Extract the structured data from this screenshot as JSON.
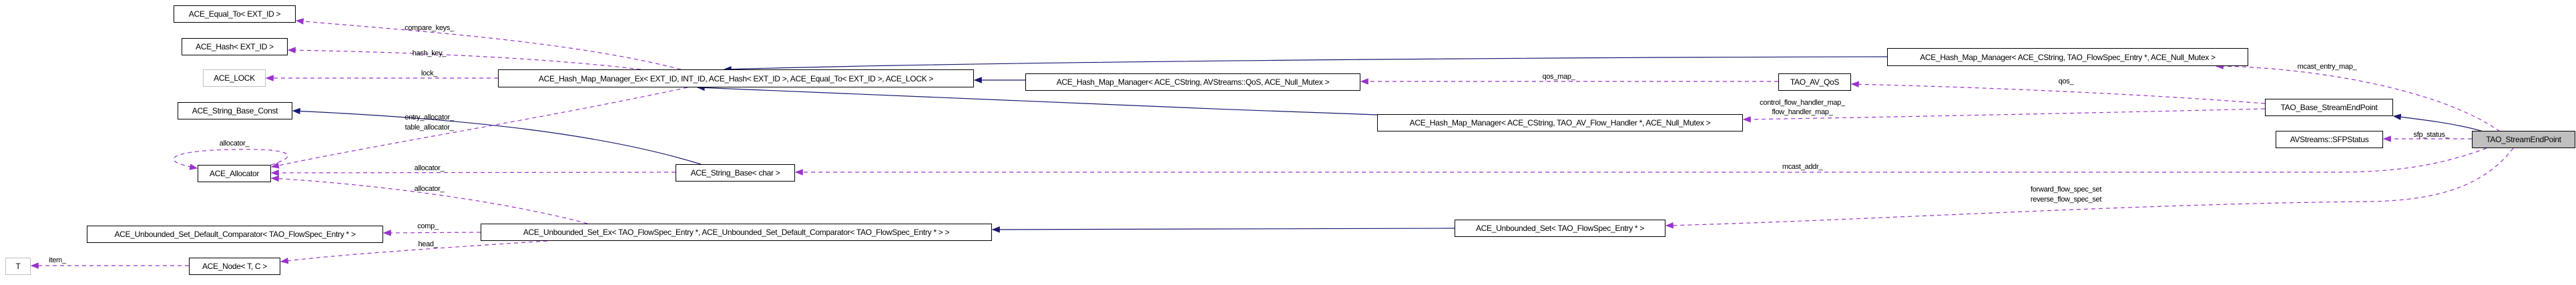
{
  "colors": {
    "inheritance": "#191970",
    "usage": "#9a32cd",
    "focus_fill": "#bfbfbf"
  },
  "nodes": {
    "equal_to": "ACE_Equal_To< EXT_ID >",
    "hash": "ACE_Hash< EXT_ID >",
    "lock": "ACE_LOCK",
    "string_base_const": "ACE_String_Base_Const",
    "allocator": "ACE_Allocator",
    "default_comparator": "ACE_Unbounded_Set_Default_Comparator< TAO_FlowSpec_Entry * >",
    "t": "T",
    "node": "ACE_Node< T, C >",
    "hmm_ex": "ACE_Hash_Map_Manager_Ex< EXT_ID, INT_ID, ACE_Hash< EXT_ID >, ACE_Equal_To< EXT_ID >, ACE_LOCK >",
    "string_base_char": "ACE_String_Base< char >",
    "unbounded_set_ex": "ACE_Unbounded_Set_Ex< TAO_FlowSpec_Entry *, ACE_Unbounded_Set_Default_Comparator< TAO_FlowSpec_Entry * > >",
    "hmm_qos": "ACE_Hash_Map_Manager< ACE_CString, AVStreams::QoS, ACE_Null_Mutex >",
    "hmm_flow_handler": "ACE_Hash_Map_Manager< ACE_CString, TAO_AV_Flow_Handler *, ACE_Null_Mutex >",
    "unbounded_set": "ACE_Unbounded_Set< TAO_FlowSpec_Entry * >",
    "tao_av_qos": "TAO_AV_QoS",
    "hmm_flowspec": "ACE_Hash_Map_Manager< ACE_CString, TAO_FlowSpec_Entry *, ACE_Null_Mutex >",
    "tao_base_sep": "TAO_Base_StreamEndPoint",
    "sfp_status": "AVStreams::SFPStatus",
    "tao_sep": "TAO_StreamEndPoint"
  },
  "edge_labels": {
    "compare_keys": "compare_keys_",
    "hash_key": "hash_key_",
    "lock": "lock_",
    "entry_allocator": "entry_allocator_",
    "table_allocator": "table_allocator_",
    "allocator_self": "allocator_",
    "allocator_string": "allocator_",
    "allocator_set": "allocator_",
    "comp": "comp_",
    "head": "head_",
    "item": "item_",
    "qos_map": "qos_map_",
    "control_flow_handler_map": "control_flow_handler_map_",
    "flow_handler_map": "flow_handler_map_",
    "mcast_addr": "mcast_addr_",
    "mcast_entry_map": "mcast_entry_map_",
    "qos": "qos_",
    "sfp_status": "sfp_status_",
    "forward_flow_spec_set": "forward_flow_spec_set",
    "reverse_flow_spec_set": "reverse_flow_spec_set"
  }
}
